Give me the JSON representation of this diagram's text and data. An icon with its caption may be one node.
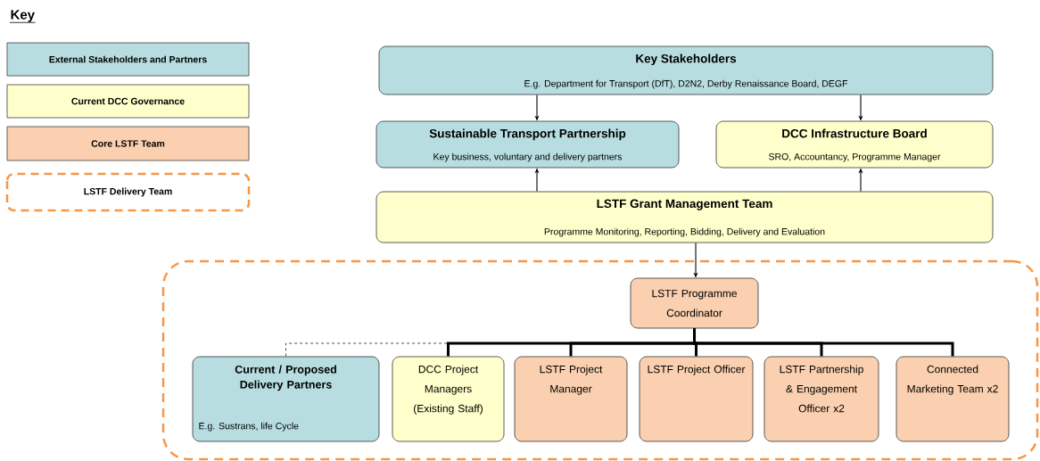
{
  "diagram": {
    "nodes": [
      {
        "text": [
          "Key Stakeholders",
          "E.g. Department for Transport (DfT), D2N2, Derby Renaissance Board, DEGF"
        ]
      },
      {
        "text": [
          "Sustainable Transport Partnership",
          "Key business, voluntary and delivery partners"
        ]
      },
      {
        "text": [
          "DCC Infrastructure Board",
          "SRO, Accountancy, Programme Manager"
        ]
      },
      {
        "text": [
          "LSTF Grant Management Team",
          "Programme Monitoring, Reporting, Bidding, Delivery and Evaluation"
        ]
      },
      {
        "text": [],
        "shape": "box"
      },
      {
        "text": [
          "LSTF Programme Coordinator"
        ],
        "in": 4
      },
      {
        "text": [
          "Current / Proposed Delivery Partners",
          "E.g. Sustrans, life Cycle"
        ],
        "in": 4
      },
      {
        "text": [
          "DCC Project Managers (Existing Staff)"
        ],
        "in": 4
      },
      {
        "text": [
          "LSTF Project Manager"
        ],
        "in": 4
      },
      {
        "text": [
          "LSTF Project Officer"
        ],
        "in": 4
      },
      {
        "text": [
          "LSTF Partnership & Engagement Officer x2"
        ],
        "in": 4
      },
      {
        "text": [
          "Connected Marketing Team x2"
        ],
        "in": 4
      }
    ],
    "edges": [
      {
        "from": 0,
        "to": 1,
        "arrow": "to"
      },
      {
        "from": 0,
        "to": 2,
        "arrow": "to"
      },
      {
        "from": 3,
        "to": 1,
        "arrow": "to"
      },
      {
        "from": 3,
        "to": 2,
        "arrow": "to"
      },
      {
        "from": 3,
        "to": 5,
        "arrow": "to"
      },
      {
        "from": 5,
        "to": 6,
        "arrow": "none",
        "style": "dashed"
      },
      {
        "from": 5,
        "to": 7,
        "arrow": "none",
        "style": "thick"
      },
      {
        "from": 5,
        "to": 8,
        "arrow": "none",
        "style": "thick"
      },
      {
        "from": 5,
        "to": 9,
        "arrow": "none",
        "style": "thick"
      },
      {
        "from": 5,
        "to": 10,
        "arrow": "none",
        "style": "thick"
      },
      {
        "from": 5,
        "to": 11,
        "arrow": "none",
        "style": "thick"
      }
    ],
    "labels": [
      "Key"
    ],
    "legend": [
      {
        "text": "External Stakeholders and Partners",
        "color": "#b7dde0"
      },
      {
        "text": "Current  DCC Governance",
        "color": "#ffffcc"
      },
      {
        "text": "Core LSTF Team",
        "color": "#fad0b0"
      },
      {
        "text": "LSTF Delivery Team"
      }
    ]
  }
}
